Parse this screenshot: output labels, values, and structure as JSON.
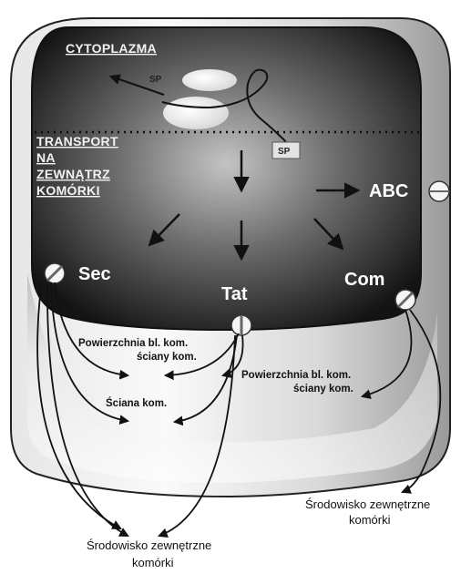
{
  "diagram": {
    "cytoplasm_label": "CYTOPLAZMA",
    "transport_label_lines": [
      "TRANSPORT",
      "NA",
      "ZEWNĄTRZ",
      "KOMÓRKI"
    ],
    "signal_peptide_label_top": "SP",
    "signal_peptide_label": "SP",
    "pathways": {
      "abc": "ABC",
      "sec": "Sec",
      "tat": "Tat",
      "com": "Com"
    },
    "destinations": {
      "surface_left_line1": "Powierzchnia bl. kom.",
      "surface_left_line2": "ściany kom.",
      "surface_right_line1": "Powierzchnia bl. kom.",
      "surface_right_line2": "ściany kom.",
      "cell_wall": "Ściana kom.",
      "environment_right_line1": "Środowisko zewnętrzne",
      "environment_right_line2": "komórki",
      "environment_bottom_line1": "Środowisko zewnętrzne",
      "environment_bottom_line2": "komórki"
    },
    "colors": {
      "cytoplasm_dark": "#1a1a1a",
      "cytoplasm_center": "#bdbdbd",
      "wall_light": "#f0f0f0",
      "wall_mid": "#c8c8c8",
      "arrow_dark": "#111111"
    }
  }
}
